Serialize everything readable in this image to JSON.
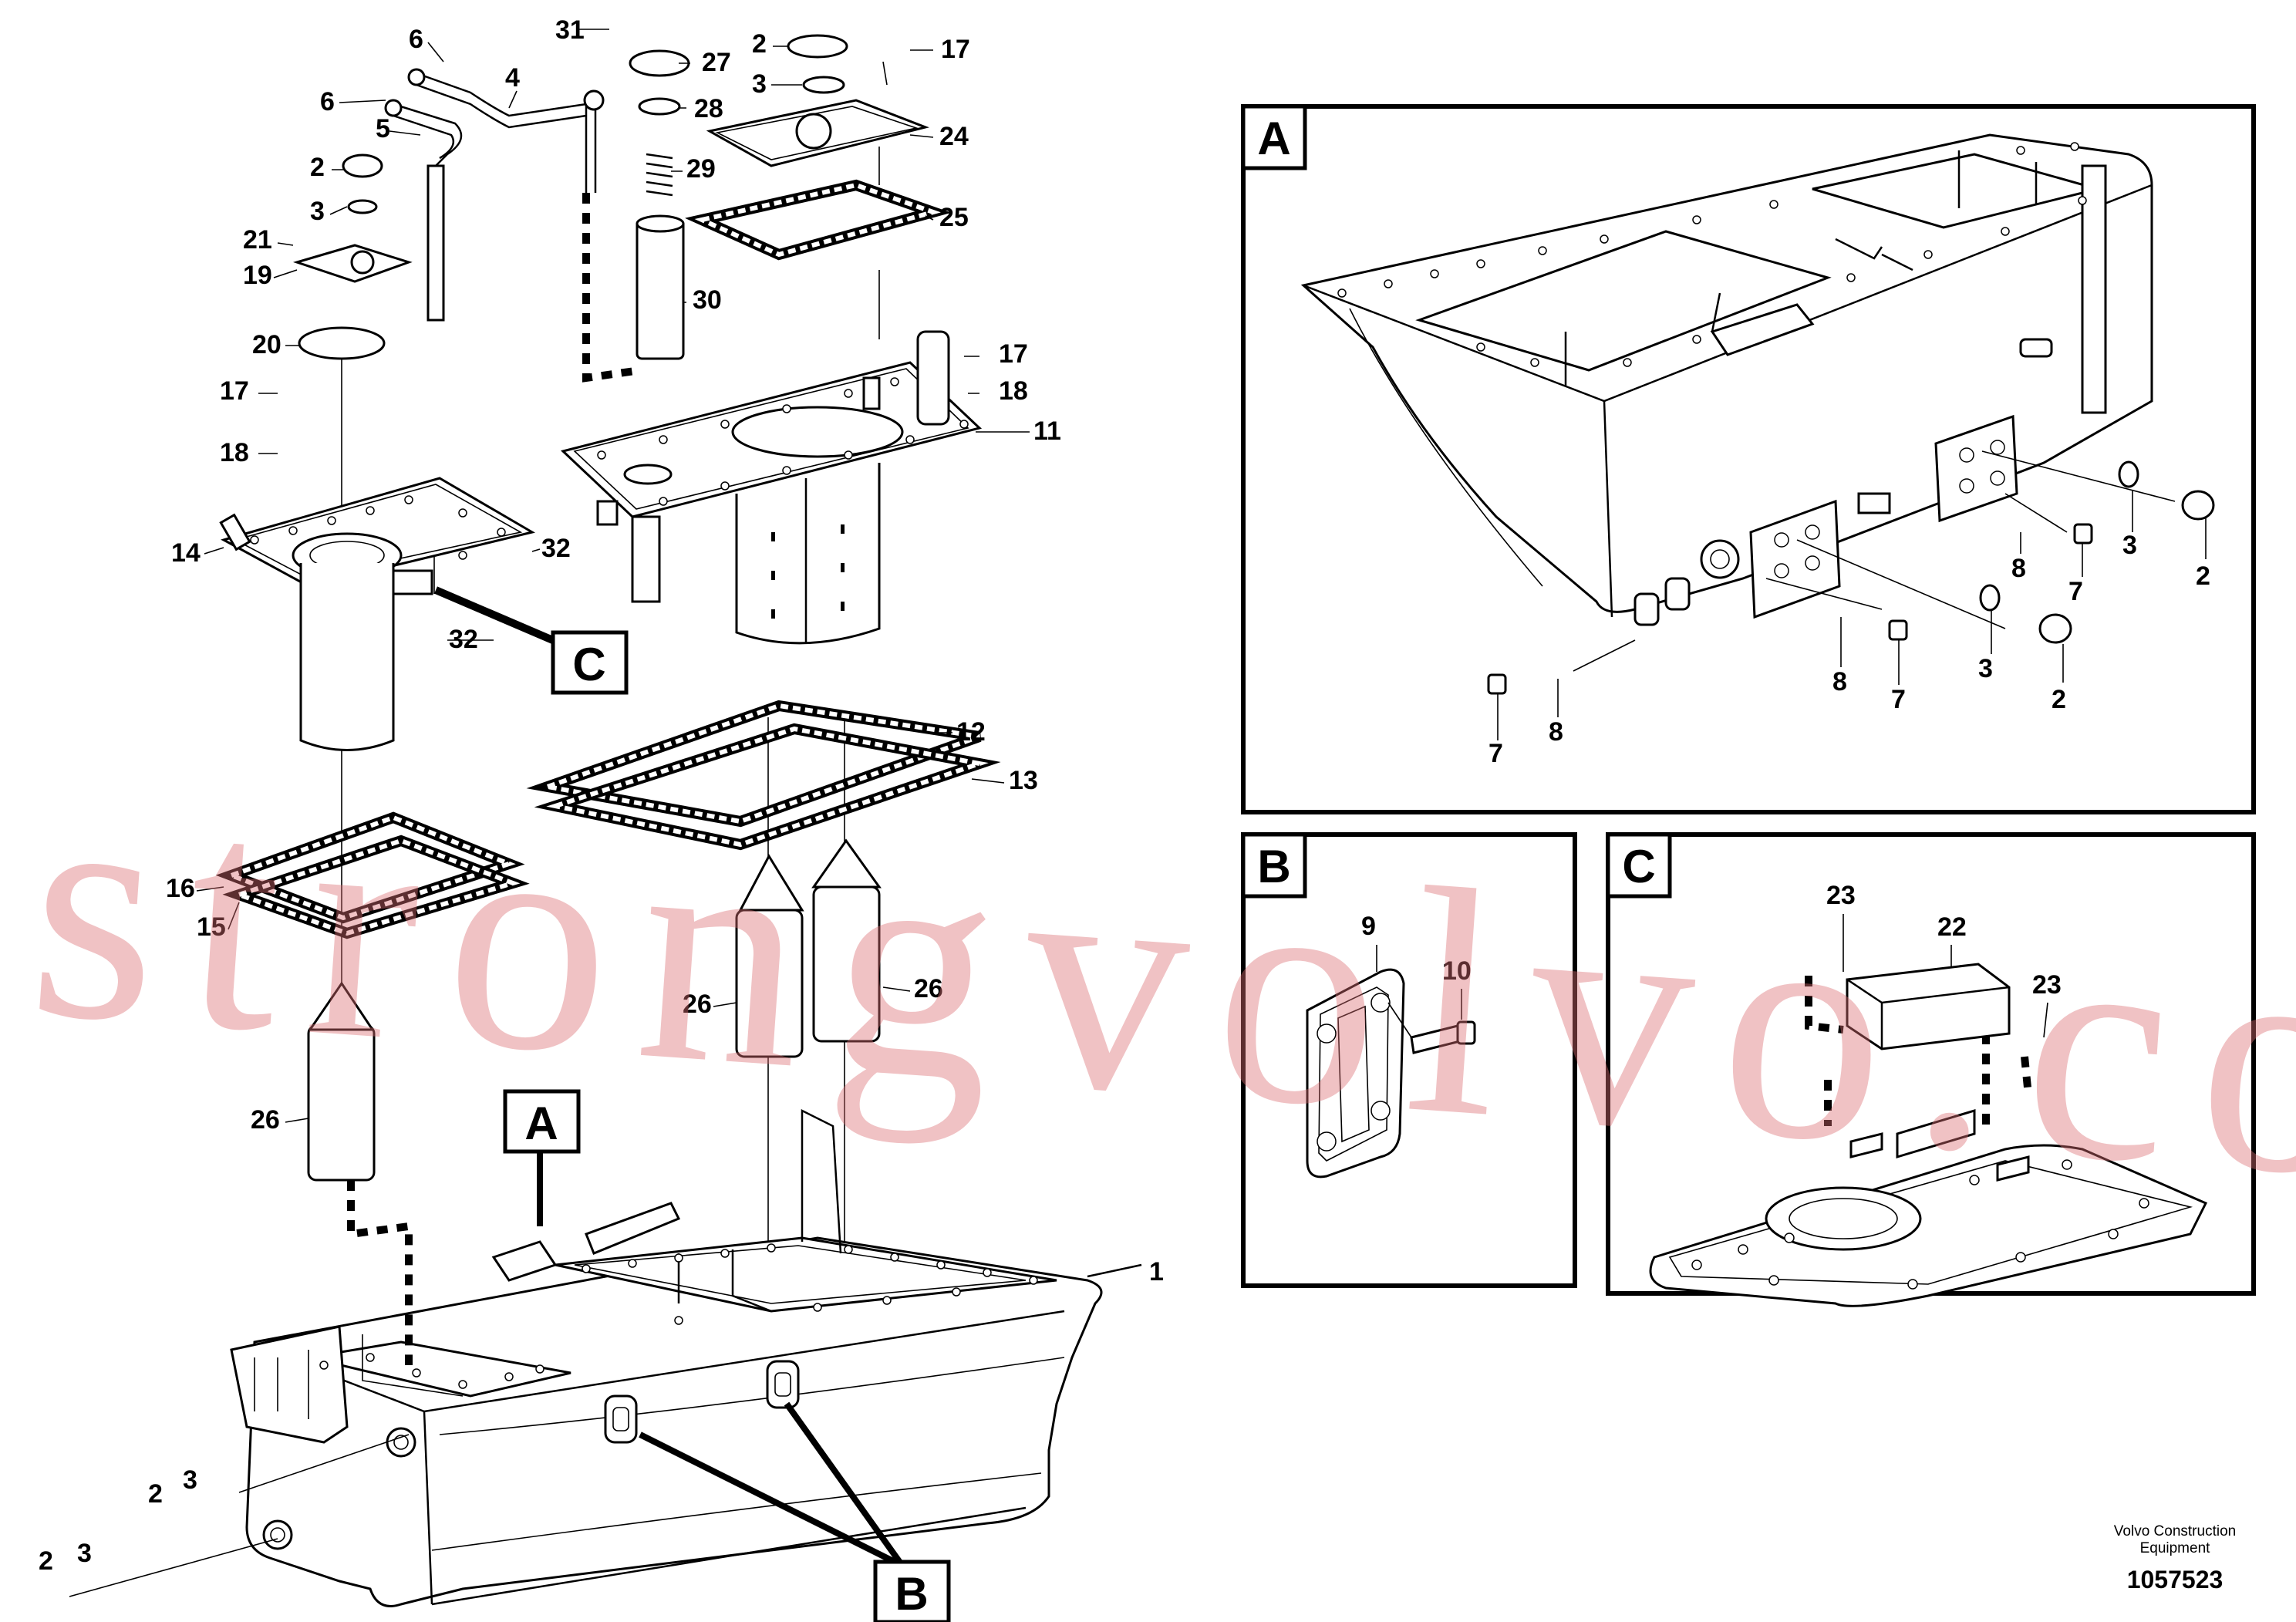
{
  "labels": {
    "n31": "31",
    "n6a": "6",
    "n6b": "6",
    "n4": "4",
    "n5": "5",
    "n2a": "2",
    "n3a": "3",
    "n17a": "17",
    "n27": "27",
    "n28": "28",
    "n24": "24",
    "n29": "29",
    "n25": "25",
    "n30": "30",
    "n2b": "2",
    "n3b": "3",
    "n21": "21",
    "n19": "19",
    "n20": "20",
    "n17b": "17",
    "n18a": "18",
    "n14": "14",
    "n32a": "32",
    "n32b": "32",
    "n17c": "17",
    "n18b": "18",
    "n11": "11",
    "n12": "12",
    "n13": "13",
    "n16": "16",
    "n15": "15",
    "n26a": "26",
    "n26b": "26",
    "n26c": "26",
    "n1": "1",
    "n2c": "2",
    "n3c": "3",
    "n2d": "2",
    "n3d": "3",
    "a2a": "2",
    "a3a": "3",
    "a7a": "7",
    "a8a": "8",
    "a2b": "2",
    "a3b": "3",
    "a7b": "7",
    "a8b": "8",
    "a7c": "7",
    "a8c": "8",
    "b9": "9",
    "b10": "10",
    "c23a": "23",
    "c22": "22",
    "c23b": "23"
  },
  "callouts": {
    "A_main": "A",
    "C_main": "C",
    "B_main": "B",
    "A_panel": "A",
    "B_panel": "B",
    "C_panel": "C"
  },
  "watermark": "strongvolvo.com",
  "footer": {
    "maker_line1": "Volvo Construction",
    "maker_line2": "Equipment",
    "drawing_number": "1057523"
  }
}
